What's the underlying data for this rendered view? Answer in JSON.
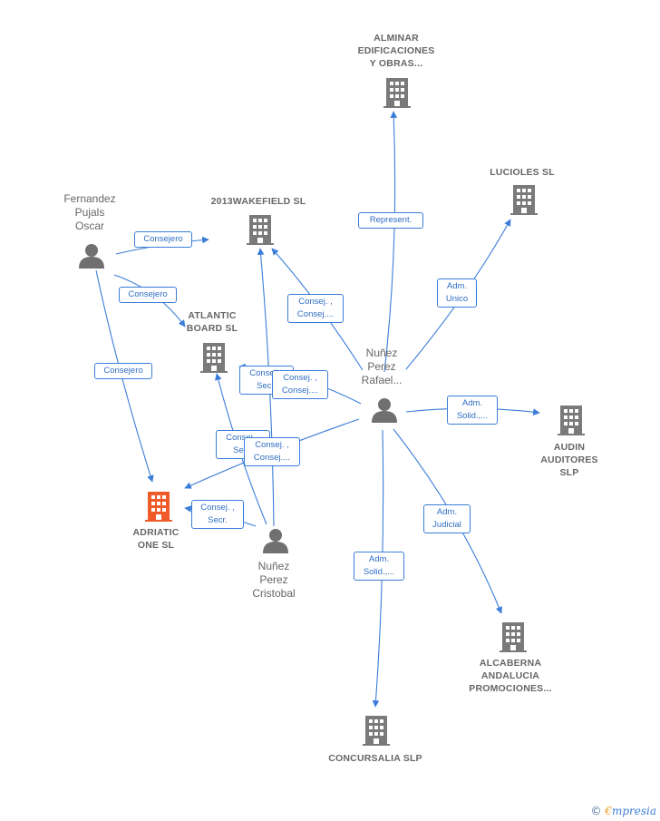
{
  "colors": {
    "edge": "#3b7dd8",
    "company_icon": "#7a7a7a",
    "focus_icon": "#f05a28",
    "person_icon": "#707070",
    "label": "#666666"
  },
  "nodes": {
    "alminar": {
      "label": "ALMINAR\nEDIFICACIONES\nY OBRAS...",
      "kind": "company"
    },
    "lucioles": {
      "label": "LUCIOLES SL",
      "kind": "company"
    },
    "wakefield": {
      "label": "2013WAKEFIELD SL",
      "kind": "company"
    },
    "atlantic": {
      "label": "ATLANTIC\nBOARD  SL",
      "kind": "company"
    },
    "adriatic": {
      "label": "ADRIATIC\nONE  SL",
      "kind": "focus-company"
    },
    "audin": {
      "label": "AUDIN\nAUDITORES\nSLP",
      "kind": "company"
    },
    "alcaberna": {
      "label": "ALCABERNA\nANDALUCIA\nPROMOCIONES...",
      "kind": "company"
    },
    "concursalia": {
      "label": "CONCURSALIA SLP",
      "kind": "company"
    },
    "fernandez": {
      "label": "Fernandez\nPujals\nOscar",
      "kind": "person"
    },
    "rafael": {
      "label": "Nuñez\nPerez\nRafael...",
      "kind": "person"
    },
    "cristobal": {
      "label": "Nuñez\nPerez\nCristobal",
      "kind": "person"
    }
  },
  "edge_labels": {
    "fer_wake": "Consejero",
    "fer_atl": "Consejero",
    "fer_adr": "Consejero",
    "raf_alm": "Represent.",
    "raf_luc": "Adm.\nUnico",
    "raf_wake": "Consej. ,\nConsej....",
    "raf_atl": "Consej. ,\nConsej....",
    "raf_adr": "Consej. ,\nConsej....",
    "raf_aud": "Adm.\nSolid.,...",
    "raf_alc": "Adm.\nJudicial",
    "raf_con": "Adm.\nSolid.,...",
    "cri_wake": "Consej. ,\nSecr.",
    "cri_atl": "Consej. ,\nSecr.",
    "cri_adr": "Consej. ,\nSecr."
  },
  "footer": {
    "copyright": "©",
    "brand_initial": "€",
    "brand_rest": "mpresia"
  }
}
